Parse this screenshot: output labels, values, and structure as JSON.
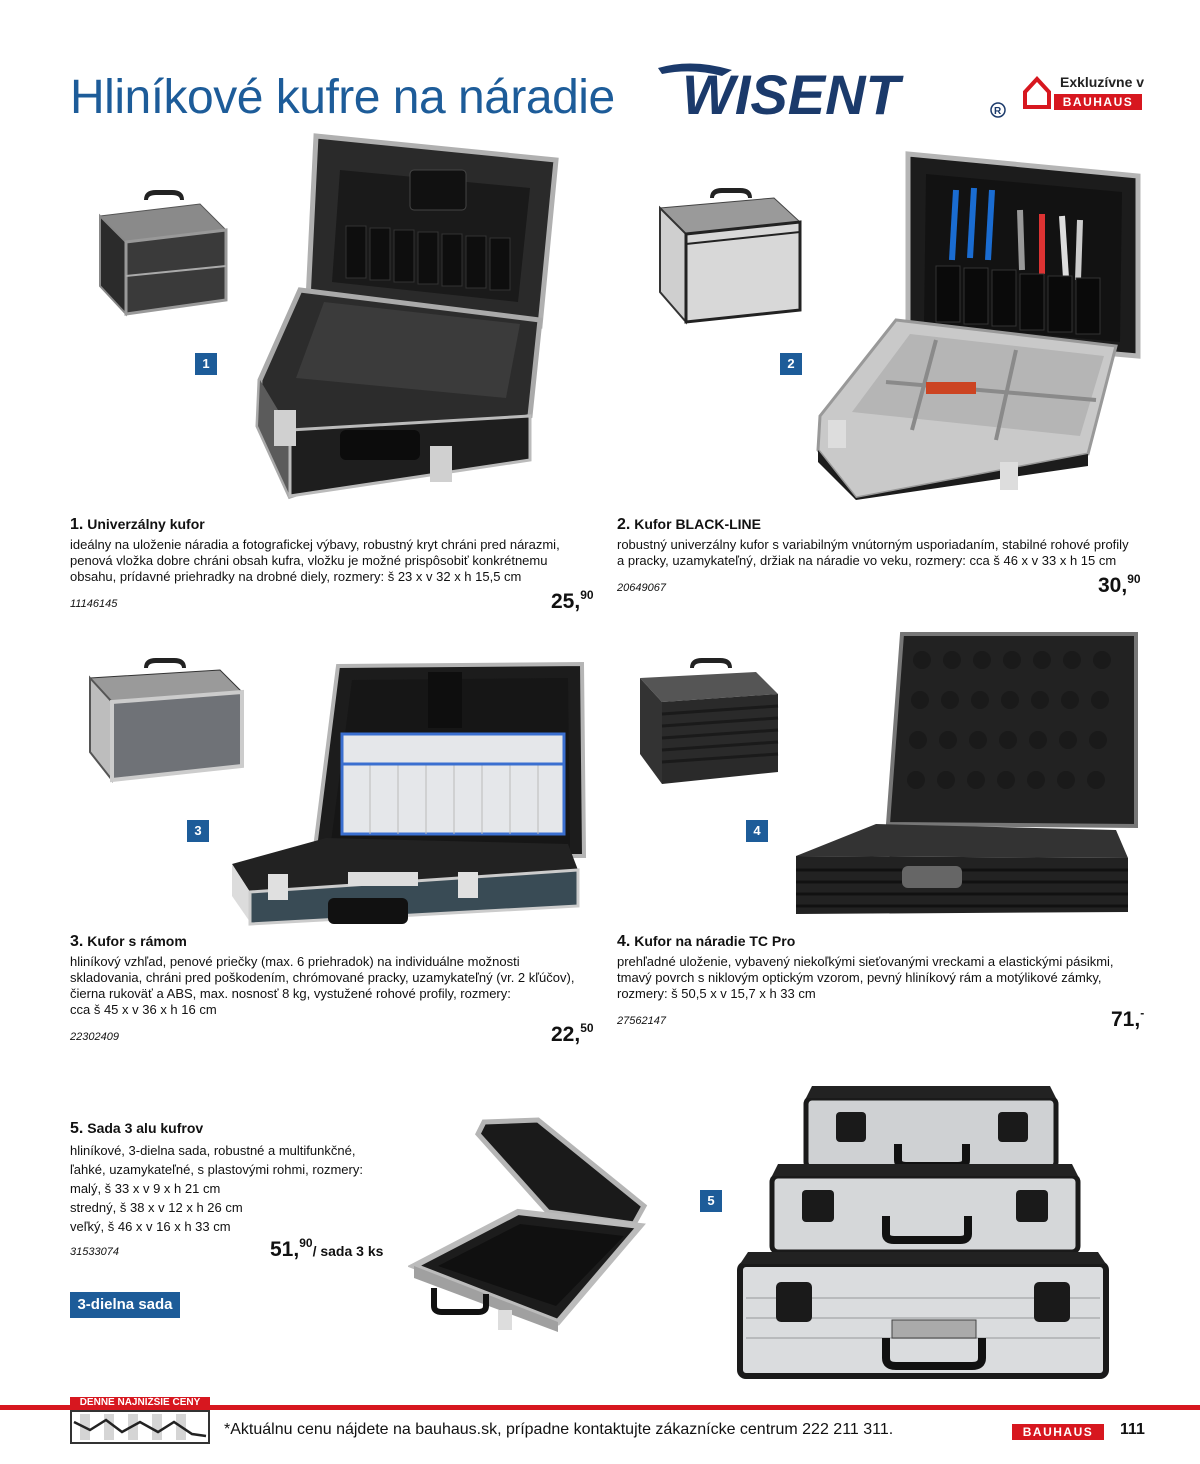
{
  "page": {
    "title": "Hliníkové kufre na náradie",
    "brand_logo_text": "WISENT",
    "exclusive_label": "Exkluzívne v",
    "exclusive_brand": "BAUHAUS"
  },
  "products": [
    {
      "badge": "1",
      "number": "1.",
      "name": "Univerzálny kufor",
      "description_lines": [
        "ideálny na uloženie náradia a fotografickej výbavy, robustný kryt chráni pred nárazmi,",
        "penová vložka dobre chráni obsah kufra, vložku je možné prispôsobiť konkrétnemu",
        "obsahu, prídavné priehradky na drobné diely, rozmery: š 23 x v 32 x h 15,5 cm"
      ],
      "code": "11146145",
      "price_main": "25,",
      "price_sup": "90"
    },
    {
      "badge": "2",
      "number": "2.",
      "name": "Kufor BLACK-LINE",
      "description_lines": [
        "robustný univerzálny kufor s variabilným vnútorným usporiadaním, stabilné rohové profily",
        "a pracky, uzamykateľný, držiak na náradie vo veku, rozmery: cca š 46 x v 33 x h 15 cm"
      ],
      "code": "20649067",
      "price_main": "30,",
      "price_sup": "90"
    },
    {
      "badge": "3",
      "number": "3.",
      "name": "Kufor s rámom",
      "description_lines": [
        "hliníkový vzhľad, penové priečky (max. 6 priehradok) na individuálne možnosti",
        "skladovania, chráni pred poškodením, chrómované pracky, uzamykateľný (vr. 2 kľúčov),",
        "čierna rukoväť a ABS, max. nosnosť 8 kg, vystužené rohové profily, rozmery:",
        "cca š 45 x v 36 x h 16 cm"
      ],
      "code": "22302409",
      "price_main": "22,",
      "price_sup": "50"
    },
    {
      "badge": "4",
      "number": "4.",
      "name": "Kufor na náradie TC Pro",
      "description_lines": [
        "prehľadné uloženie, vybavený niekoľkými sieťovanými vreckami a elastickými pásikmi,",
        "tmavý povrch s niklovým optickým vzorom, pevný hliníkový rám a motýlikové zámky,",
        "rozmery: š 50,5 x v 15,7 x h 33 cm"
      ],
      "code": "27562147",
      "price_main": "71,",
      "price_sup": "-"
    },
    {
      "badge": "5",
      "number": "5.",
      "name": "Sada 3 alu kufrov",
      "description_lines": [
        "hliníkové, 3-dielna sada, robustné a multifunkčné,",
        "ľahké, uzamykateľné, s plastovými rohmi, rozmery:",
        "malý, š 33 x v 9 x h 21 cm",
        "stredný, š 38 x v 12 x h 26 cm",
        "veľký, š 46 x v 16 x h 33 cm"
      ],
      "code": "31533074",
      "price_main": "51,",
      "price_sup": "90",
      "price_unit": "/ sada 3 ks",
      "tag": "3-dielna sada"
    }
  ],
  "footer": {
    "label": "DENNE NAJNIŽŠIE CENY",
    "note": "*Aktuálnu cenu nájdete na bauhaus.sk, prípadne kontaktujte zákaznícke centrum 222 211 311.",
    "brand": "BAUHAUS",
    "page_number": "111"
  },
  "colors": {
    "brand_blue": "#1d5c99",
    "logo_navy": "#1b3a6b",
    "bauhaus_red": "#d7171f"
  }
}
